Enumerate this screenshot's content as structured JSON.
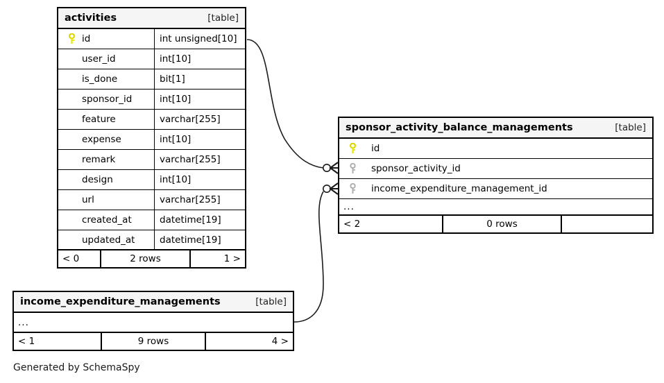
{
  "diagram": {
    "type": "er-diagram",
    "generator_note": "Generated by SchemaSpy",
    "table_tag": "[table]",
    "ellipsis": "...",
    "tables": [
      {
        "id": "activities",
        "name": "activities",
        "tag": "[table]",
        "columns": [
          {
            "key": "primary",
            "name": "id",
            "type": "int unsigned[10]"
          },
          {
            "key": "none",
            "name": "user_id",
            "type": "int[10]"
          },
          {
            "key": "none",
            "name": "is_done",
            "type": "bit[1]"
          },
          {
            "key": "none",
            "name": "sponsor_id",
            "type": "int[10]"
          },
          {
            "key": "none",
            "name": "feature",
            "type": "varchar[255]"
          },
          {
            "key": "none",
            "name": "expense",
            "type": "int[10]"
          },
          {
            "key": "none",
            "name": "remark",
            "type": "varchar[255]"
          },
          {
            "key": "none",
            "name": "design",
            "type": "int[10]"
          },
          {
            "key": "none",
            "name": "url",
            "type": "varchar[255]"
          },
          {
            "key": "none",
            "name": "created_at",
            "type": "datetime[19]"
          },
          {
            "key": "none",
            "name": "updated_at",
            "type": "datetime[19]"
          }
        ],
        "footer": {
          "left": "< 0",
          "middle": "2 rows",
          "right": "1 >"
        }
      },
      {
        "id": "sponsor_activity_balance_managements",
        "name": "sponsor_activity_balance_managements",
        "tag": "[table]",
        "columns": [
          {
            "key": "primary",
            "name": "id",
            "type": ""
          },
          {
            "key": "foreign",
            "name": "sponsor_activity_id",
            "type": ""
          },
          {
            "key": "foreign",
            "name": "income_expenditure_management_id",
            "type": ""
          }
        ],
        "has_ellipsis_row": true,
        "footer": {
          "left": "< 2",
          "middle": "0 rows",
          "right": ""
        }
      },
      {
        "id": "income_expenditure_managements",
        "name": "income_expenditure_managements",
        "tag": "[table]",
        "columns": [],
        "has_ellipsis_row": true,
        "footer": {
          "left": "< 1",
          "middle": "9 rows",
          "right": "4 >"
        }
      }
    ],
    "relationships": [
      {
        "name": "activities-id-to-sponsor-activity-id",
        "from_table": "activities",
        "from_column": "id",
        "to_table": "sponsor_activity_balance_managements",
        "to_column": "sponsor_activity_id",
        "end_style": "crowsfoot-optional"
      },
      {
        "name": "income-expenditure-to-income-expenditure-management-id",
        "from_table": "income_expenditure_managements",
        "from_column": "...",
        "to_table": "sponsor_activity_balance_managements",
        "to_column": "income_expenditure_management_id",
        "end_style": "crowsfoot-optional"
      }
    ],
    "colors": {
      "background": "#ffffff",
      "border": "#000000",
      "header_fill": "#f5f5f5",
      "primary_key_icon": "#e8e800",
      "foreign_key_icon": "#b0b0b0",
      "edge": "#1a1a1a",
      "text": "#000000"
    },
    "icons": {
      "primary_key": "key-icon",
      "foreign_key": "key-icon"
    }
  }
}
